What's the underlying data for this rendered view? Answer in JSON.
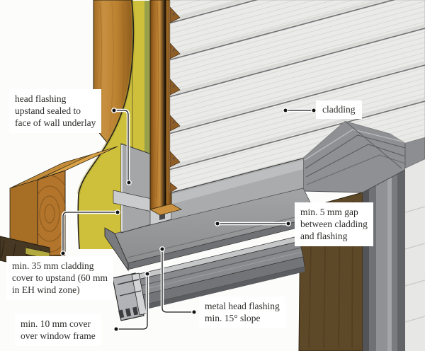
{
  "labels": {
    "head_flashing_upstand": {
      "text": "head flashing\nupstand sealed to\nface of wall underlay"
    },
    "cladding": {
      "text": "cladding"
    },
    "gap": {
      "text": "min. 5 mm gap\nbetween cladding\nand flashing"
    },
    "cladding_cover": {
      "text": "min. 35 mm cladding\ncover to upstand (60 mm\nin EH wind zone)"
    },
    "window_frame_cover": {
      "text": "min. 10 mm cover\nover window frame"
    },
    "head_flashing_slope": {
      "text": "metal head flashing\nmin. 15° slope"
    }
  },
  "colors": {
    "timber_framing": "#c08632",
    "lintel_end_grain": "#b3752b",
    "wall_underlay_yellow": "#cec03b",
    "underlay_shade_green": "#98a14a",
    "cavity_batten": "#b97f30",
    "cladding_white": "#eaeae8",
    "head_flashing_gray": "#9a9c9e",
    "flashing_upstand_gray": "#b5b7b9",
    "window_frame_gray": "#898a8d",
    "window_reveal_brown": "#5d4827",
    "jamb_liner_gray": "#8c8d90",
    "label_background": "#ffffff",
    "label_text": "#2d2d2b",
    "leader_line": "#1a1a1a"
  }
}
